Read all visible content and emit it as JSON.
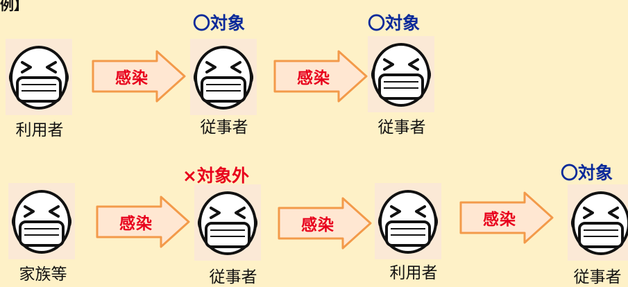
{
  "corner_text": "例】",
  "arrow_label": "感染",
  "colors": {
    "background": "#FEF1C7",
    "target_text": "#0A2A9A",
    "non_target_text": "#E8001C",
    "arrow_fill": "#FFE7D2",
    "arrow_stroke": "#F39A4A",
    "arrow_text": "#E8001C"
  },
  "row1": {
    "persons": [
      "利用者",
      "従事者",
      "従事者"
    ],
    "statuses": [
      "〇対象",
      "〇対象"
    ]
  },
  "row2": {
    "persons": [
      "家族等",
      "従事者",
      "利用者",
      "従事者"
    ],
    "statuses": [
      "×対象外",
      "〇対象"
    ]
  }
}
